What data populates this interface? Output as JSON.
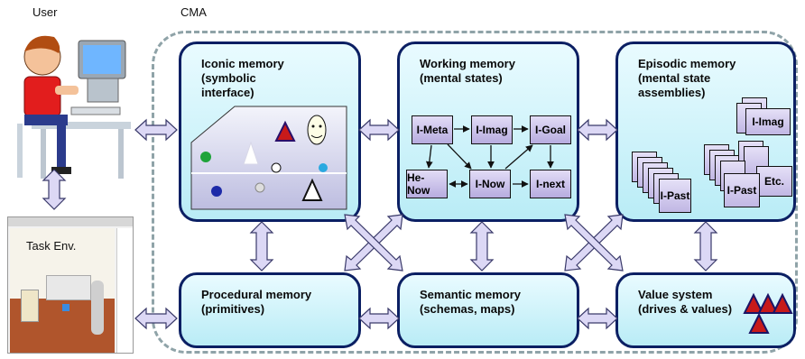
{
  "labels": {
    "user": "User",
    "cma": "CMA",
    "task_env": "Task Env."
  },
  "modules": {
    "iconic": "Iconic memory\n(symbolic\ninterface)",
    "working": "Working memory\n(mental states)",
    "episodic": "Episodic memory\n(mental state\nassemblies)",
    "procedural": "Procedural memory\n(primitives)",
    "semantic": "Semantic memory\n(schemas, maps)",
    "value": "Value system\n(drives & values)"
  },
  "working_nodes": {
    "i_meta": "I-Meta",
    "i_imag": "I-Imag",
    "i_goal": "I-Goal",
    "he_now": "He-Now",
    "i_now": "I-Now",
    "i_next": "I-next"
  },
  "episodic_nodes": {
    "i_past_a": "I-Past",
    "i_past_b": "I-Past",
    "etc": "Etc.",
    "i_imag": "I-Imag"
  },
  "colors": {
    "module_border": "#0b1f63",
    "module_fill": "#c6f0f8",
    "arrow_fill": "#dcd8f5",
    "node_fill": "#c8bfe8",
    "frame": "#8fa3a8"
  }
}
